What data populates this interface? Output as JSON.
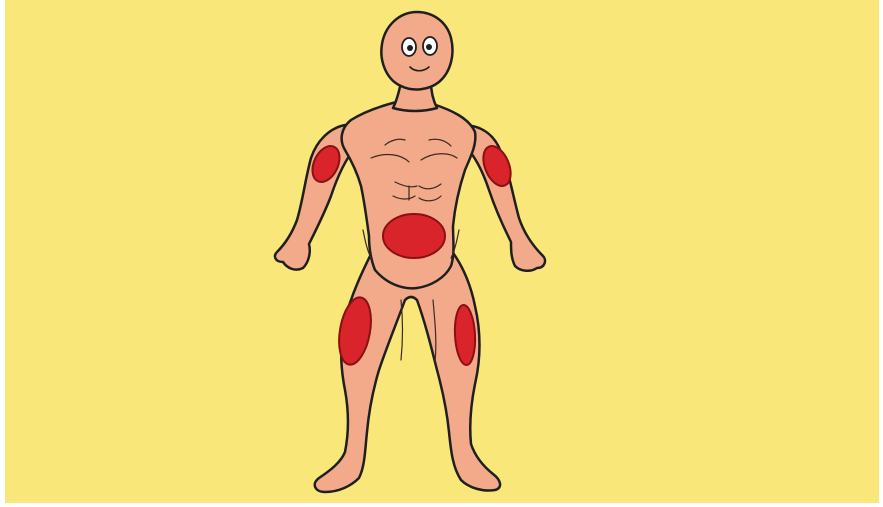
{
  "colors": {
    "background": "#f9e77a",
    "skin": "#f2aa8a",
    "outline": "#1f1f1f",
    "site_fill": "#d8242a",
    "site_outline": "#8a1014"
  },
  "figure": {
    "subject": "human-body-front-view"
  },
  "injection_sites": [
    {
      "name": "right-upper-arm"
    },
    {
      "name": "left-upper-arm"
    },
    {
      "name": "abdomen"
    },
    {
      "name": "right-thigh"
    },
    {
      "name": "left-thigh"
    }
  ]
}
